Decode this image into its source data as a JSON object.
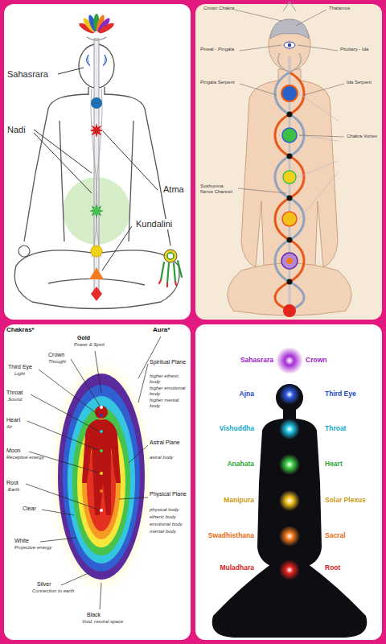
{
  "diagram": {
    "labels": [
      "Sahasrara",
      "Atma",
      "Nadi",
      "Kundalini",
      "Crown Chakra",
      "Thalamus",
      "Pineal - Pingala",
      "Pituitary - Ida",
      "Pingala Serpent",
      "Ida Serpent",
      "Chakra Vortex",
      "Sushumna Nerve Channel",
      "Chakras*",
      "Aura*",
      "Gold",
      "Power & Spirit",
      "Crown",
      "Thought",
      "Third Eye",
      "Light",
      "Throat",
      "Sound",
      "Heart",
      "Air",
      "Moon",
      "Receptive energy",
      "Root",
      "Earth",
      "Clear",
      "White",
      "Projective energy",
      "Silver",
      "Connection to earth",
      "Black",
      "Void, neutral space",
      "Spiritual Plane",
      "higher etheric body",
      "higher emotional body",
      "higher mental body",
      "Astral Plane",
      "astral body",
      "Physical Plane",
      "physical body",
      "etheric body",
      "emotional body",
      "mental body",
      "Sahasrara",
      "Crown",
      "Ajna",
      "Third Eye",
      "Vishuddha",
      "Throat",
      "Anahata",
      "Heart",
      "Manipura",
      "Solar Plexus",
      "Swadhisthana",
      "Sacral",
      "Muladhara",
      "Root"
    ]
  }
}
